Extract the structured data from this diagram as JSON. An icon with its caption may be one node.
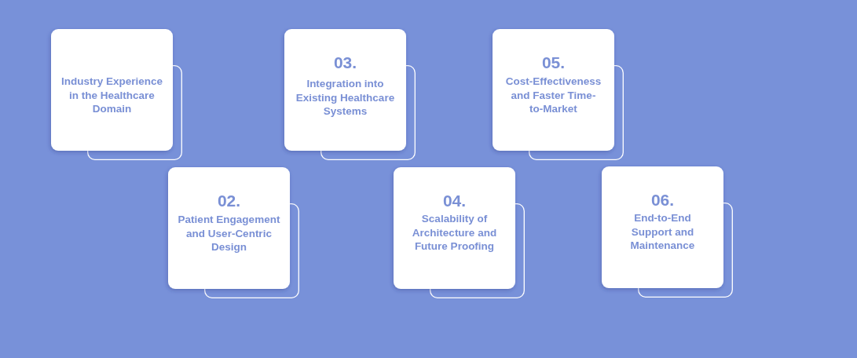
{
  "diagram": {
    "nodes": [
      {
        "text": [
          "Industry Experience in the Healthcare Domain"
        ]
      },
      {
        "text": [
          "02.",
          "Patient Engagement and User-Centric Design"
        ]
      },
      {
        "text": [
          "03.",
          "Integration into Existing Healthcare Systems"
        ]
      },
      {
        "text": [
          "04.",
          "Scalability of Architecture and Future Proofing"
        ]
      },
      {
        "text": [
          "05.",
          "Cost-Effectiveness and Faster Time-to-Market"
        ]
      },
      {
        "text": [
          "06.",
          "End-to-End Support and Maintenance"
        ]
      }
    ]
  }
}
